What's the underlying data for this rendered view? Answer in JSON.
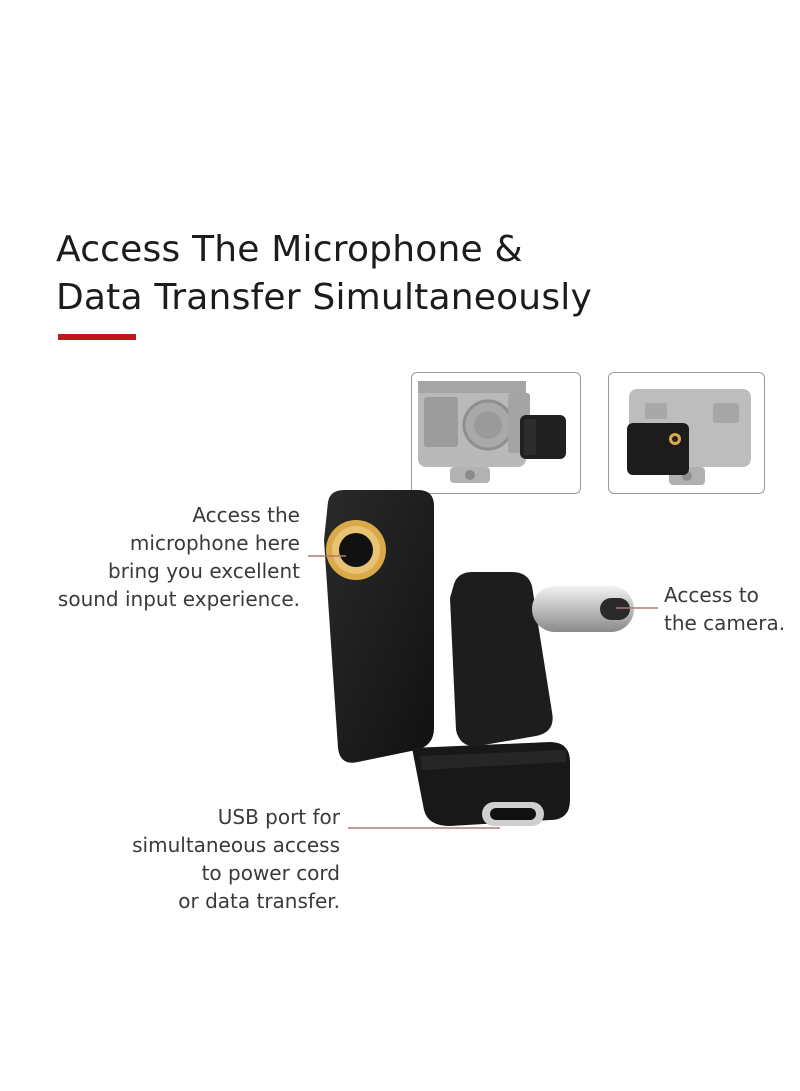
{
  "heading": {
    "line1": "Access The Microphone &",
    "line2": "Data Transfer Simultaneously"
  },
  "callouts": {
    "microphone": [
      "Access the",
      "microphone here",
      "bring you excellent",
      "sound input experience."
    ],
    "camera": [
      "Access to",
      "the camera."
    ],
    "usb": [
      "USB port for",
      "simultaneous access",
      "to power cord",
      "or data transfer."
    ]
  },
  "colors": {
    "accent": "#c0161c",
    "leader_line": "#b07a70",
    "device_body": "#1a1a1a",
    "gold_ring": "#d9a94a",
    "usb_metal": "#c9c9c9"
  },
  "icons": {
    "thumbnail_1": "camera-with-adapter-side-view",
    "thumbnail_2": "camera-with-adapter-back-view",
    "product": "usb-c-3.5mm-audio-adapter"
  }
}
